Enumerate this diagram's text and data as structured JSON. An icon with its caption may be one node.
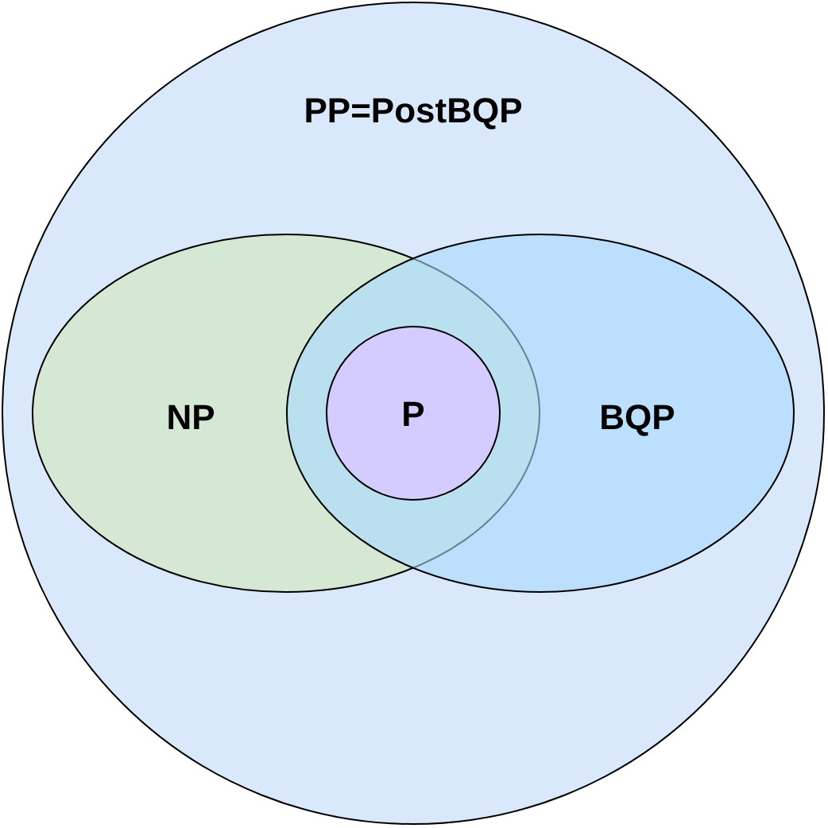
{
  "diagram": {
    "nodes": [
      {
        "text": [
          "PP=PostBQP"
        ]
      },
      {
        "text": [
          "NP"
        ],
        "in": 0
      },
      {
        "text": [
          "BQP"
        ],
        "in": 0
      },
      {
        "text": [
          "P"
        ]
      }
    ]
  }
}
